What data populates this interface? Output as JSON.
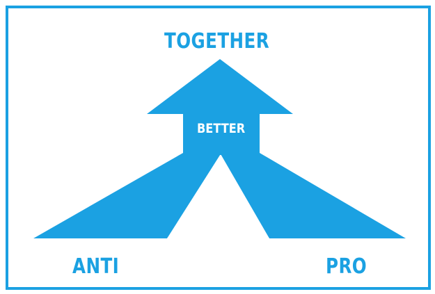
{
  "diagram": {
    "top_label": "TOGETHER",
    "center_label": "BETTER",
    "left_label": "ANTI",
    "right_label": "PRO",
    "colors": {
      "accent": "#1ba1e2",
      "background": "#ffffff",
      "center_text": "#ffffff"
    }
  }
}
